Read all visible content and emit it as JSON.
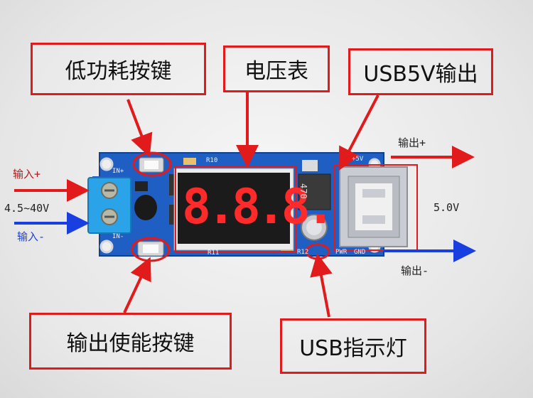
{
  "callouts": {
    "low_power_button": "低功耗按键",
    "voltmeter": "电压表",
    "usb_5v_output": "USB5V输出",
    "output_enable_button": "输出使能按键",
    "usb_indicator": "USB指示灯"
  },
  "terminals": {
    "input_plus": "输入+",
    "input_range": "4.5~40V",
    "input_minus": "输入-",
    "output_plus": "输出+",
    "output_minus": "输出-",
    "output_voltage": "5.0V"
  },
  "board": {
    "display_reading": "8.8.8.",
    "inductor_code": "470",
    "silk_in_plus": "IN+",
    "silk_in_minus": "IN-",
    "silk_5v": "+5V",
    "silk_pwr": "PWR",
    "silk_gnd": "GND",
    "silk_r10": "R10",
    "silk_r11": "R11",
    "silk_r12": "R12"
  },
  "colors": {
    "callout_border": "#e11b1b",
    "arrow_red": "#e11b1b",
    "arrow_blue": "#1a3fe0",
    "pcb": "#1f5fc4",
    "led_segment": "#ff2a2a"
  }
}
